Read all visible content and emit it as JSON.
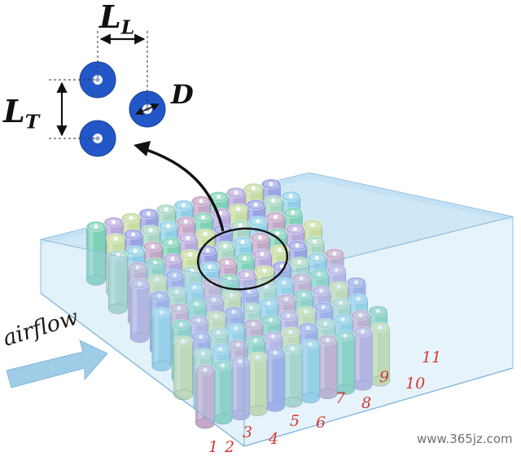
{
  "labels": {
    "longitudinal_pitch": "L",
    "longitudinal_pitch_sub": "L",
    "transverse_pitch": "L",
    "transverse_pitch_sub": "T",
    "diameter": "D",
    "flow": "airflow"
  },
  "column_numbers": [
    "1",
    "2",
    "3",
    "4",
    "5",
    "6",
    "7",
    "8",
    "9",
    "10",
    "11"
  ],
  "watermark": "www.365jz.com",
  "colors": {
    "box_face": "#a9d3ef",
    "box_edge": "#8fc0e4",
    "inset_cell": "#2357c8",
    "number_label": "#d23a32",
    "cell_palette": [
      "#7fd1b7",
      "#9aa3e3",
      "#c4a6c6",
      "#c6dca0",
      "#8ecfe6",
      "#b9a9dd",
      "#a6d6c2"
    ]
  },
  "icons": [
    "curved-arrow-icon",
    "airflow-arrow-icon",
    "dimension-arrow-icon"
  ]
}
